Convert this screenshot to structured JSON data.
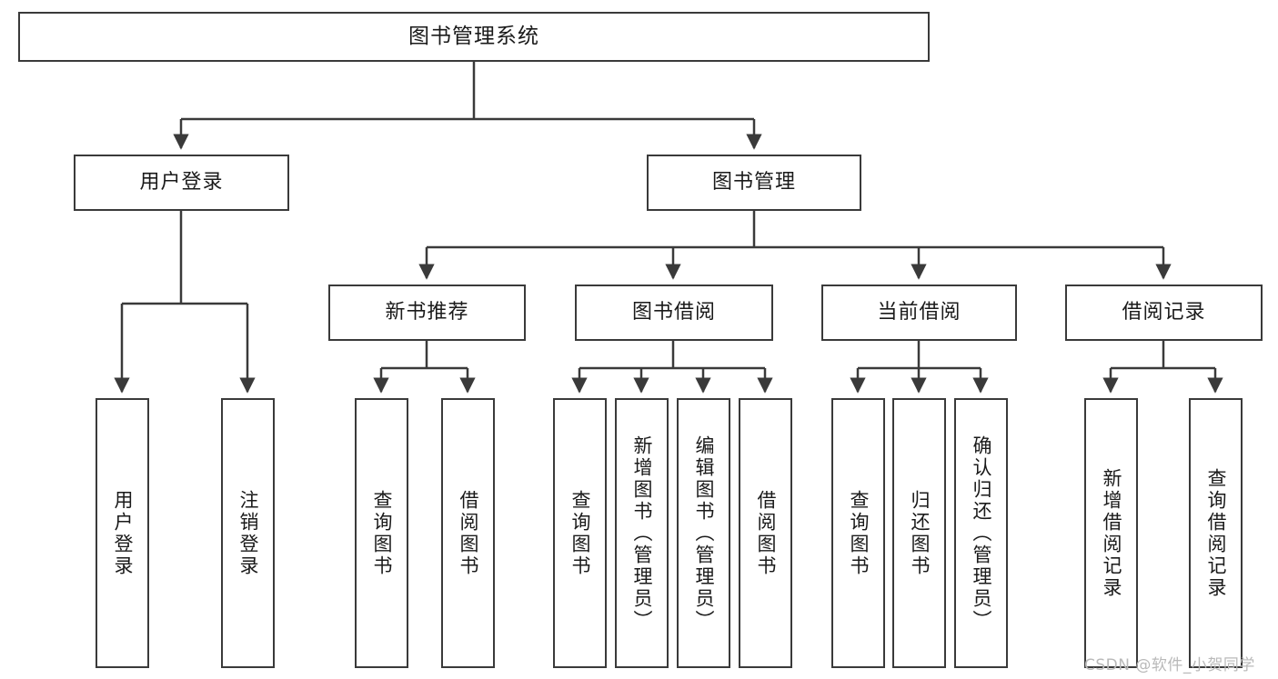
{
  "diagram": {
    "type": "tree-hierarchy",
    "title": "图书管理系统",
    "watermark": "CSDN @软件_小贺同学",
    "colors": {
      "stroke": "#3a3a3a",
      "fill": "#ffffff",
      "text": "#1a1a1a",
      "watermark": "#b9b9b9"
    },
    "nodes": {
      "root": {
        "label": "图书管理系统"
      },
      "level2": [
        {
          "id": "user-login",
          "label": "用户登录"
        },
        {
          "id": "book-manage",
          "label": "图书管理"
        }
      ],
      "level3": [
        {
          "id": "new-book-recommend",
          "label": "新书推荐"
        },
        {
          "id": "book-borrow",
          "label": "图书借阅"
        },
        {
          "id": "current-borrow",
          "label": "当前借阅"
        },
        {
          "id": "borrow-record",
          "label": "借阅记录"
        }
      ],
      "leaves": {
        "user-login": [
          {
            "id": "leaf-user-login",
            "label": "用户登录"
          },
          {
            "id": "leaf-logout-login",
            "label": "注销登录"
          }
        ],
        "new-book-recommend": [
          {
            "id": "leaf-query-book-1",
            "label": "查询图书"
          },
          {
            "id": "leaf-borrow-book-1",
            "label": "借阅图书"
          }
        ],
        "book-borrow": [
          {
            "id": "leaf-query-book-2",
            "label": "查询图书"
          },
          {
            "id": "leaf-add-book",
            "label": "新增图书（管理员）"
          },
          {
            "id": "leaf-edit-book",
            "label": "编辑图书（管理员）"
          },
          {
            "id": "leaf-borrow-book-2",
            "label": "借阅图书"
          }
        ],
        "current-borrow": [
          {
            "id": "leaf-query-book-3",
            "label": "查询图书"
          },
          {
            "id": "leaf-return-book",
            "label": "归还图书"
          },
          {
            "id": "leaf-confirm-return",
            "label": "确认归还（管理员）"
          }
        ],
        "borrow-record": [
          {
            "id": "leaf-add-record",
            "label": "新增借阅记录"
          },
          {
            "id": "leaf-query-record",
            "label": "查询借阅记录"
          }
        ]
      }
    }
  }
}
